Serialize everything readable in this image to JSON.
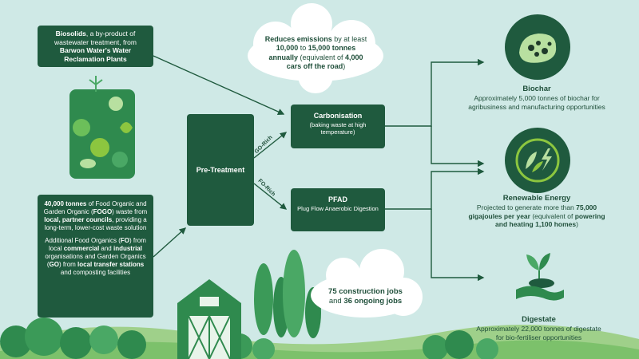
{
  "colors": {
    "background": "#cfe9e6",
    "box": "#1f5a3e",
    "text": "#1f4f3a",
    "accent_light": "#8cc63f"
  },
  "biosolids": {
    "bold1": "Biosolids",
    "text1": ", a by-product of wastewater treatment, from ",
    "bold2": "Barwon Water's Water Reclamation Plants"
  },
  "fogo": {
    "p1_bold1": "40,000 tonnes",
    "p1_text1": " of Food Organic and Garden Organic (",
    "p1_bold2": "FOGO",
    "p1_text2": ") waste from ",
    "p1_bold3": "local, partner councils",
    "p1_text3": ", providing a long-term, lower-cost waste solution",
    "p2_text1": "Additional Food Organics (",
    "p2_bold1": "FO",
    "p2_text2": ") from local ",
    "p2_bold2": "commercial",
    "p2_text3": " and ",
    "p2_bold3": "industrial",
    "p2_text4": " organisations and Garden Organics (",
    "p2_bold4": "GO",
    "p2_text5": ") from ",
    "p2_bold5": "local transfer stations",
    "p2_text6": " and composting facilities"
  },
  "pretreatment": {
    "label": "Pre-Treatment"
  },
  "carbonisation": {
    "title": "Carbonisation",
    "sub": "(baking waste at high temperature)"
  },
  "pfad": {
    "title": "PFAD",
    "sub": "Plug Flow Anaerobic Digestion"
  },
  "flow_labels": {
    "go_rich": "GO-Rich",
    "fo_rich": "FO-Rich"
  },
  "emissions": {
    "bold1": "Reduces emissions",
    "text1": " by at least ",
    "bold2": "10,000",
    "text2": " to ",
    "bold3": "15,000 tonnes annually",
    "text3": " (equivalent of ",
    "bold4": "4,000 cars off the road",
    "text4": ")"
  },
  "jobs": {
    "line1": "75 construction jobs",
    "line2_text": "and ",
    "line2_bold": "36 ongoing jobs"
  },
  "biochar": {
    "title": "Biochar",
    "desc": "Approximately 5,000 tonnes of biochar for agribusiness and manufacturing opportunities"
  },
  "energy": {
    "title": "Renewable Energy",
    "text1": "Projected to generate more than ",
    "bold1": "75,000 gigajoules per year",
    "text2": " (equivalent of ",
    "bold2": "powering and heating 1,100 homes",
    "text3": ")"
  },
  "digestate": {
    "title": "Digestate",
    "desc": "Approximately 22,000 tonnes of digestate for bio-fertiliser opportunities"
  }
}
